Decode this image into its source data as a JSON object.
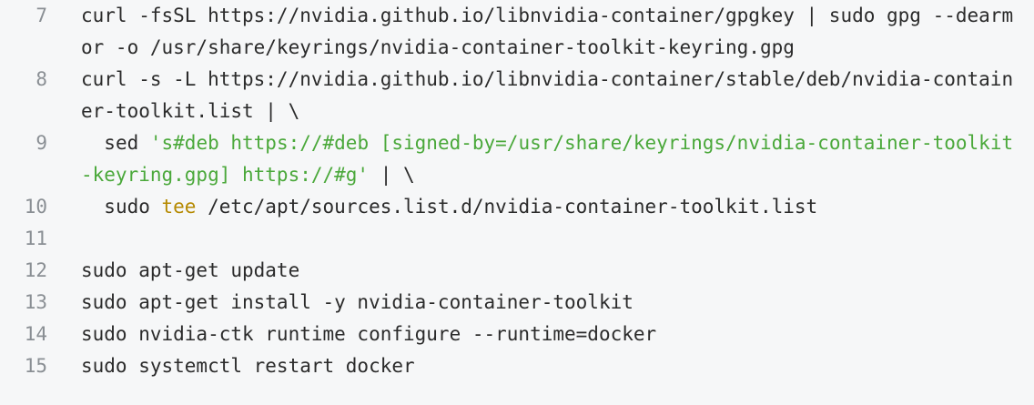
{
  "code": {
    "lines": [
      {
        "num": "7",
        "segments": [
          {
            "text": "curl -fsSL https://nvidia.github.io/libnvidia-container/gpgkey | sudo gpg --dearmor -o /usr/share/keyrings/nvidia-container-toolkit-keyring.gpg",
            "kind": "plain"
          }
        ]
      },
      {
        "num": "8",
        "segments": [
          {
            "text": "curl -s -L https://nvidia.github.io/libnvidia-container/stable/deb/nvidia-container-toolkit.list | \\",
            "kind": "plain"
          }
        ]
      },
      {
        "num": "9",
        "segments": [
          {
            "text": "  sed ",
            "kind": "plain"
          },
          {
            "text": "'s#deb https://#deb [signed-by=/usr/share/keyrings/nvidia-container-toolkit-keyring.gpg] https://#g'",
            "kind": "string"
          },
          {
            "text": " | \\",
            "kind": "plain"
          }
        ]
      },
      {
        "num": "10",
        "segments": [
          {
            "text": "  sudo ",
            "kind": "plain"
          },
          {
            "text": "tee",
            "kind": "keyword"
          },
          {
            "text": " /etc/apt/sources.list.d/nvidia-container-toolkit.list",
            "kind": "plain"
          }
        ]
      },
      {
        "num": "11",
        "segments": [
          {
            "text": "",
            "kind": "plain"
          }
        ]
      },
      {
        "num": "12",
        "segments": [
          {
            "text": "sudo apt-get update",
            "kind": "plain"
          }
        ]
      },
      {
        "num": "13",
        "segments": [
          {
            "text": "sudo apt-get install -y nvidia-container-toolkit",
            "kind": "plain"
          }
        ]
      },
      {
        "num": "14",
        "segments": [
          {
            "text": "sudo nvidia-ctk runtime configure --runtime=docker",
            "kind": "plain"
          }
        ]
      },
      {
        "num": "15",
        "segments": [
          {
            "text": "sudo systemctl restart docker",
            "kind": "plain"
          }
        ]
      }
    ],
    "colors": {
      "background": "#f6f7f8",
      "text": "#2b2b2b",
      "line_number": "#8a8f94",
      "string": "#4aa83a",
      "keyword": "#b58900"
    }
  }
}
